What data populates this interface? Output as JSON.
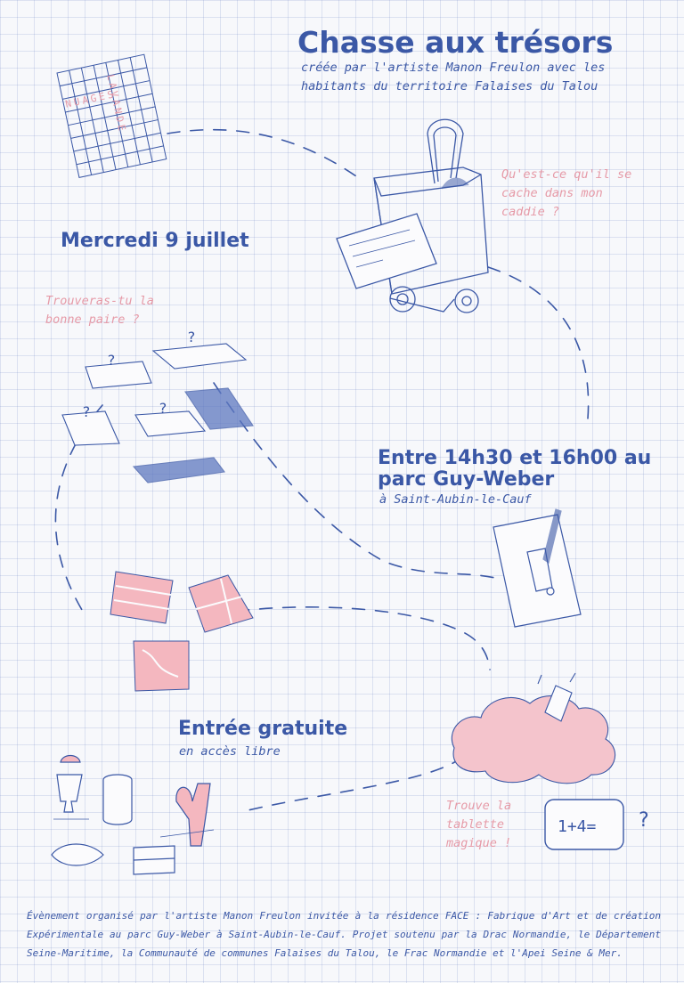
{
  "header": {
    "title": "Chasse aux trésors",
    "subtitle": "créée par l'artiste Manon Freulon avec les habitants du territoire Falaises du Talou"
  },
  "event": {
    "date": "Mercredi 9 juillet",
    "time_place": "Entre 14h30 et 16h00 au parc Guy-Weber",
    "town": "à Saint-Aubin-le-Cauf",
    "entry": "Entrée gratuite",
    "entry_note": "en accès libre"
  },
  "notes": {
    "caddie": "Qu'est-ce qu'il se cache dans mon caddie ?",
    "pair": "Trouveras-tu la bonne paire ?",
    "tablet": "Trouve la tablette magique !"
  },
  "illustrations": {
    "crossword_word_1": "NUAGES",
    "crossword_word_2": "LAVANDE",
    "tablet_equation": "1+4=",
    "tablet_question": "?"
  },
  "footer": {
    "text": "Évènement organisé par l'artiste Manon Freulon invitée à la résidence FACE : Fabrique d'Art et de création Expérimentale au parc Guy-Weber à Saint-Aubin-le-Cauf. Projet soutenu par la Drac Normandie, le Département Seine-Maritime, la Communauté de communes Falaises du Talou, le Frac Normandie et l'Apei Seine & Mer."
  },
  "colors": {
    "ink_blue": "#3b58a6",
    "pencil_pink": "#e69aa7",
    "paper": "#f7f8fb"
  }
}
